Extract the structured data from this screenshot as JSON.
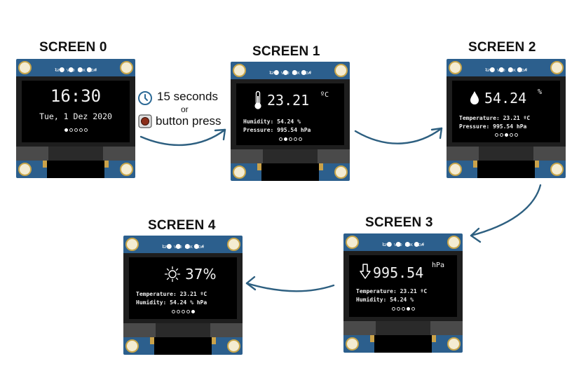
{
  "screens": [
    {
      "title": "SCREEN 0",
      "time": "16:30",
      "date": "Tue, 1 Dez 2020",
      "active_dot": 0
    },
    {
      "title": "SCREEN 1",
      "value": "23.21",
      "unit": "ºC",
      "line1": "Humidity: 54.24 %",
      "line2": "Pressure: 995.54 hPa",
      "active_dot": 1
    },
    {
      "title": "SCREEN 2",
      "value": "54.24",
      "unit": "%",
      "line1": "Temperature: 23.21 ºC",
      "line2": "Pressure: 995.54 hPa",
      "active_dot": 2
    },
    {
      "title": "SCREEN 3",
      "value": "995.54",
      "unit": "hPa",
      "line1": "Temperature: 23.21 ºC",
      "line2": "Humidity: 54.24 %",
      "active_dot": 3
    },
    {
      "title": "SCREEN 4",
      "value": "37%",
      "line1": "Temperature: 23.21 ºC",
      "line2": "Humidity: 54.24 % hPa",
      "active_dot": 4
    }
  ],
  "pins": {
    "num_left": "1",
    "num_right": "4",
    "labels": [
      "GND",
      "VDD",
      "SCK",
      "SDA"
    ]
  },
  "transition": {
    "line1": "15 seconds",
    "line2": "or",
    "line3": "button press"
  },
  "colors": {
    "board": "#2c5f8d",
    "arrow": "#2d5f80",
    "screen": "#000000"
  },
  "icons": [
    "clock-icon",
    "button-icon",
    "thermometer-icon",
    "water-drop-icon",
    "arrow-down-icon",
    "sun-icon"
  ]
}
